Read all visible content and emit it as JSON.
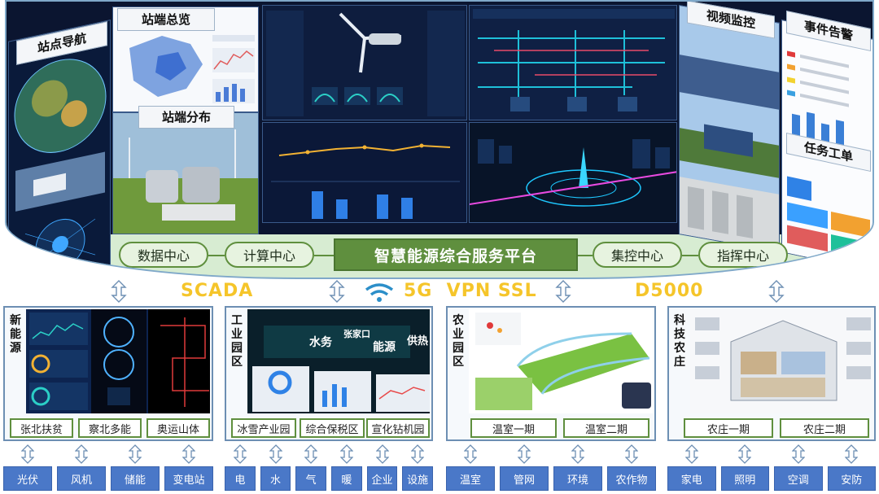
{
  "top_panels": {
    "nav_title": "站点导航",
    "overview_title": "站端总览",
    "distribution_title": "站端分布",
    "video_title": "视频监控",
    "events_title": "事件告警",
    "workorder_title": "任务工单"
  },
  "service_layer": {
    "left_items": [
      "数据中心",
      "计算中心"
    ],
    "main": "智慧能源综合服务平台",
    "right_items": [
      "集控中心",
      "指挥中心"
    ]
  },
  "protocols": [
    "SCADA",
    "5G  VPN SSL",
    "D5000"
  ],
  "blocks": [
    {
      "label": "新能源",
      "tags": [
        "张北扶贫",
        "察北多能",
        "奥运山体"
      ],
      "devices": [
        "光伏",
        "风机",
        "储能",
        "变电站"
      ]
    },
    {
      "label": "工业园区",
      "overlay": [
        "水务",
        "张家口",
        "能源",
        "供热"
      ],
      "tags": [
        "冰雪产业园",
        "综合保税区",
        "宣化钻机园"
      ],
      "devices": [
        "电",
        "水",
        "气",
        "暖",
        "企业",
        "设施"
      ]
    },
    {
      "label": "农业园区",
      "tags": [
        "温室一期",
        "温室二期"
      ],
      "devices": [
        "温室",
        "管网",
        "环境",
        "农作物"
      ]
    },
    {
      "label": "科技农庄",
      "tags": [
        "农庄一期",
        "农庄二期"
      ],
      "devices": [
        "家电",
        "照明",
        "空调",
        "安防"
      ]
    }
  ],
  "colors": {
    "green": "#5f8f3e",
    "blue": "#4a78c8",
    "yellow": "#f5c52a",
    "border": "#6d8fb3"
  }
}
